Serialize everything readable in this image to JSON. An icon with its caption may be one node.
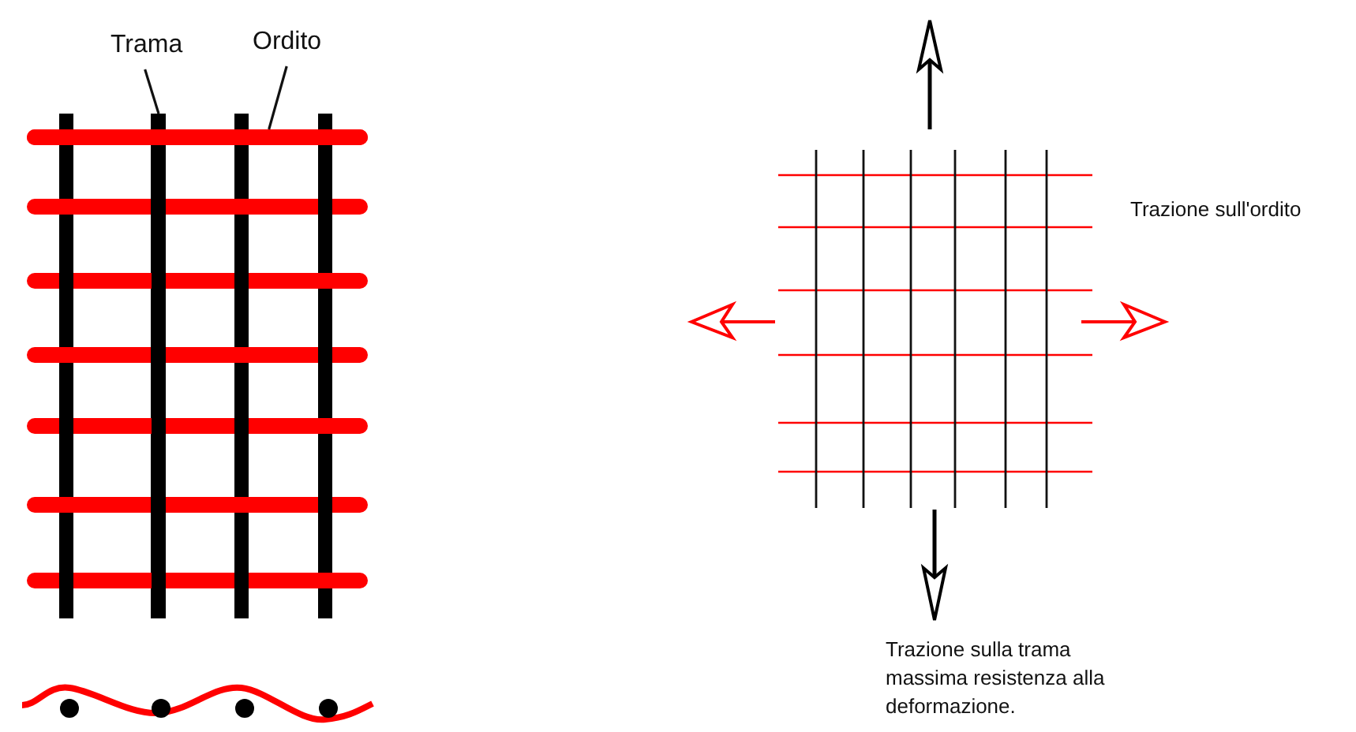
{
  "diagram": {
    "nodes": [
      {
        "text": [
          "Trama"
        ]
      },
      {
        "text": [
          "Ordito"
        ]
      },
      {
        "text": [],
        "shape": "bar"
      },
      {
        "text": [],
        "shape": "bar"
      }
    ],
    "edges": [
      {
        "from": 0,
        "to": 2,
        "arrow": "none"
      },
      {
        "from": 1,
        "to": 3,
        "arrow": "none"
      }
    ],
    "labels": [
      "Trazione sull'ordito",
      "Trazione sulla trama massima resistenza alla deformazione."
    ]
  }
}
